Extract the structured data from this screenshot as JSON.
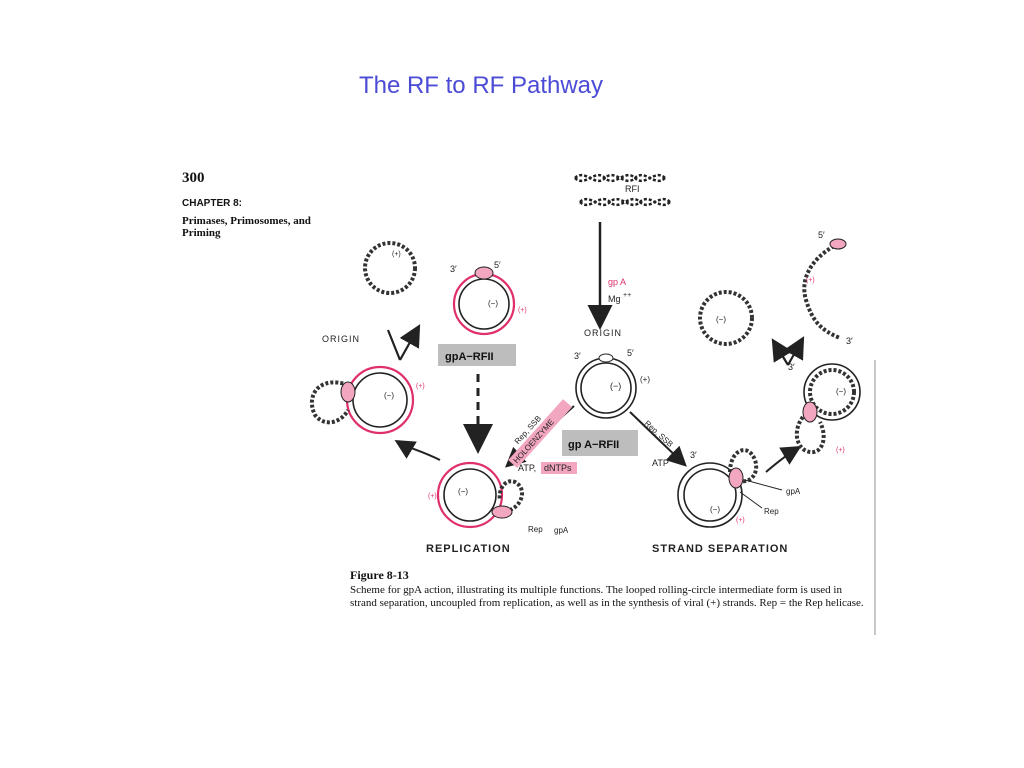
{
  "slide": {
    "title": "The RF to RF Pathway"
  },
  "page": {
    "number": "300",
    "chapter": "CHAPTER 8:",
    "chapter_title": "Primases, Primosomes, and Priming"
  },
  "diagram": {
    "rf1": "RFI",
    "gpA": "gp A",
    "mg": "Mg",
    "mg_sup": "++",
    "origin_top": "ORIGIN",
    "origin_left": "ORIGIN",
    "three_prime": "3′",
    "five_prime": "5′",
    "plus": "(+)",
    "minus": "(−)",
    "gpa_rfii_left": "gpA−RFII",
    "gpa_rfii_center": "gp A−RFII",
    "rep_ssb": "Rep, SSB",
    "holoenzyme": "HOLOENZYME",
    "atp": "ATP,",
    "dntps": "dNTPs",
    "atp_right": "ATP",
    "gpA_small": "gpA",
    "rep": "Rep",
    "replication": "REPLICATION",
    "strand_separation": "STRAND SEPARATION"
  },
  "caption": {
    "title": "Figure 8-13",
    "text": "Scheme for gpA action, illustrating its multiple functions. The looped rolling-circle intermediate form is used in strand separation, uncoupled from replication, as well as in the synthesis of viral (+) strands. Rep = the Rep helicase."
  },
  "colors": {
    "title_blue": "#4b4bd6",
    "strand_pink": "#e0306a",
    "ink": "#222222",
    "label_gray": "#bdbdbd",
    "pink_highlight": "#f2a6bf"
  }
}
